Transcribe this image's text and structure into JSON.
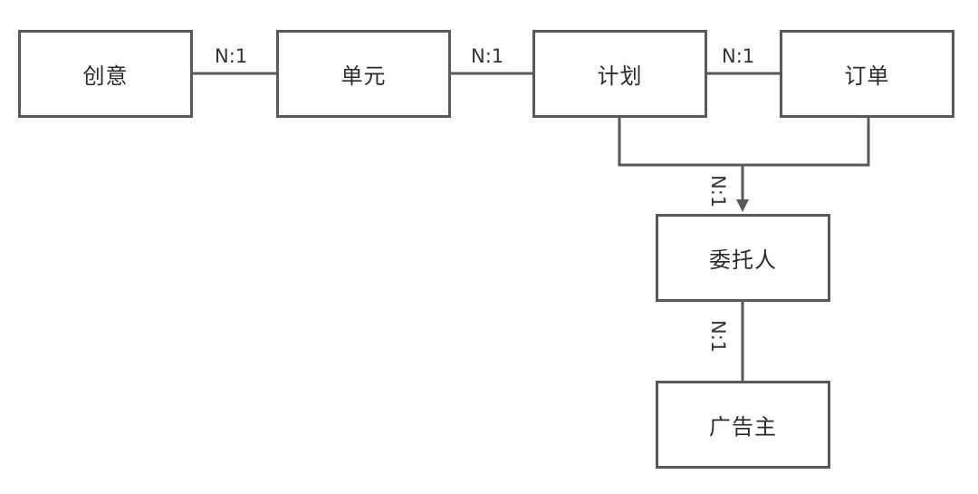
{
  "nodes": {
    "creative": "创意",
    "unit": "单元",
    "plan": "计划",
    "order": "订单",
    "client": "委托人",
    "advertiser": "广告主"
  },
  "relations": {
    "creative_unit": "N:1",
    "unit_plan": "N:1",
    "plan_order": "N:1",
    "plan_order_to_client": "N:1",
    "client_advertiser": "N:1"
  },
  "colors": {
    "stroke": "#595959",
    "text": "#2b2b2b",
    "background": "#ffffff"
  }
}
